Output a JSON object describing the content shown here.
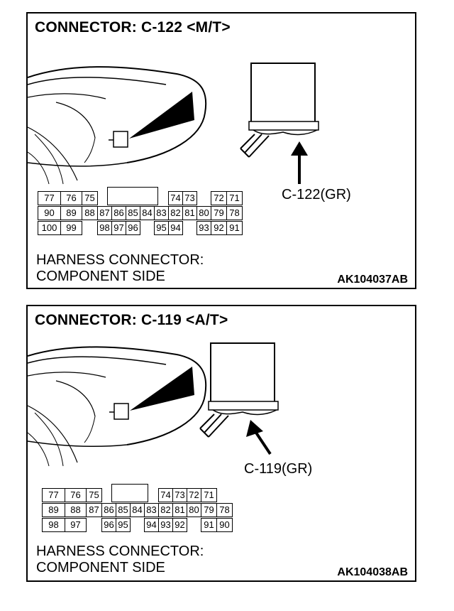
{
  "panels": [
    {
      "title": "CONNECTOR: C-122 <M/T>",
      "callout": "C-122(GR)",
      "caption_line1": "HARNESS CONNECTOR:",
      "caption_line2": "COMPONENT SIDE",
      "figure_id": "AK104037AB",
      "rows": [
        [
          "77",
          "76",
          "75",
          "",
          "",
          "",
          "",
          "",
          "74",
          "73",
          "",
          "72",
          "71"
        ],
        [
          "90",
          "89",
          "88",
          "87",
          "86",
          "85",
          "84",
          "83",
          "82",
          "81",
          "80",
          "79",
          "78"
        ],
        [
          "100",
          "99",
          "",
          "98",
          "97",
          "96",
          "",
          "95",
          "94",
          "",
          "93",
          "92",
          "91"
        ]
      ]
    },
    {
      "title": "CONNECTOR: C-119 <A/T>",
      "callout": "C-119(GR)",
      "caption_line1": "HARNESS CONNECTOR:",
      "caption_line2": "COMPONENT SIDE",
      "figure_id": "AK104038AB",
      "rows": [
        [
          "77",
          "76",
          "75",
          "",
          "",
          "",
          "",
          "74",
          "73",
          "72",
          "71"
        ],
        [
          "89",
          "88",
          "87",
          "86",
          "85",
          "84",
          "83",
          "82",
          "81",
          "80",
          "79",
          "78"
        ],
        [
          "98",
          "97",
          "",
          "96",
          "95",
          "",
          "94",
          "93",
          "92",
          "",
          "91",
          "90"
        ]
      ]
    }
  ]
}
